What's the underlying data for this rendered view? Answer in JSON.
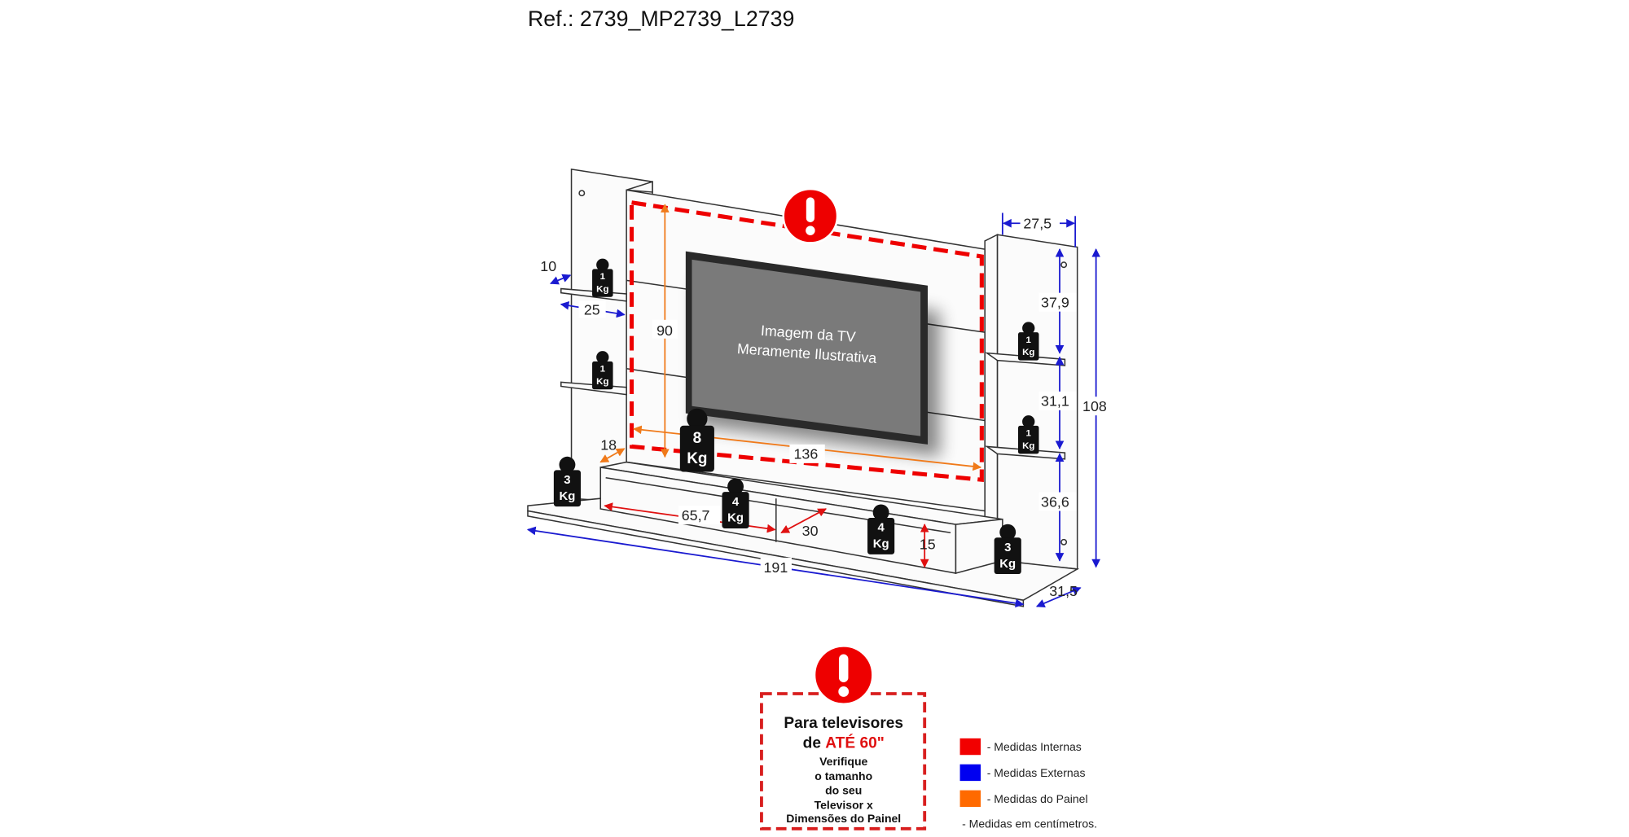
{
  "title": "Ref.: 2739_MP2739_L2739",
  "tv_placeholder": {
    "line1": "Imagem da TV",
    "line2": "Meramente Ilustrativa"
  },
  "weights": {
    "left_shelf_top": {
      "value": "1",
      "unit": "Kg"
    },
    "left_shelf_bottom": {
      "value": "1",
      "unit": "Kg"
    },
    "tv_panel": {
      "value": "8",
      "unit": "Kg"
    },
    "left_base": {
      "value": "3",
      "unit": "Kg"
    },
    "console_left": {
      "value": "4",
      "unit": "Kg"
    },
    "console_right": {
      "value": "4",
      "unit": "Kg"
    },
    "right_base": {
      "value": "3",
      "unit": "Kg"
    },
    "right_shelf_top": {
      "value": "1",
      "unit": "Kg"
    },
    "right_shelf_bottom": {
      "value": "1",
      "unit": "Kg"
    }
  },
  "dimensions": {
    "left_shelf_depth": "10",
    "left_shelf_width": "25",
    "panel_height": "90",
    "panel_width": "136",
    "panel_depth": "18",
    "niche_width": "65,7",
    "niche_depth": "30",
    "niche_height": "15",
    "total_width": "191",
    "total_depth": "31,5",
    "tower_width": "27,5",
    "total_height": "108",
    "shelf_gap_top": "37,9",
    "shelf_gap_middle": "31,1",
    "shelf_gap_bottom": "36,6"
  },
  "warning_box": {
    "line1": "Para televisores",
    "line2_prefix": "de",
    "line2_highlight": "ATÉ 60\"",
    "line3": "Verifique",
    "line4": "o tamanho",
    "line5": "do seu",
    "line6": "Televisor x",
    "line7": "Dimensões do Painel"
  },
  "legend": {
    "items": [
      {
        "label": "- Medidas Internas",
        "color": "#f20000"
      },
      {
        "label": "- Medidas Externas",
        "color": "#0000f0"
      },
      {
        "label": "- Medidas do Painel",
        "color": "#ff6a00"
      }
    ],
    "note": "- Medidas em centímetros."
  }
}
